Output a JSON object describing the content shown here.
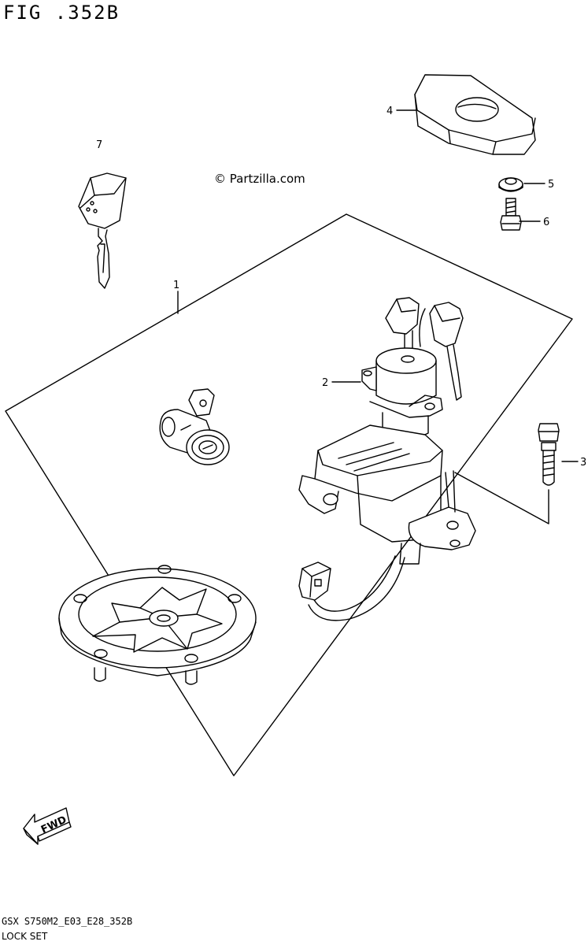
{
  "figure": {
    "title": "FIG .352B",
    "watermark": "© Partzilla.com",
    "code": "GSX S750M2_E03_E28_352B",
    "name": "LOCK SET",
    "fwd_label": "FWD"
  },
  "callouts": [
    {
      "number": "1",
      "part": "lock-set"
    },
    {
      "number": "2",
      "part": "ignition-switch"
    },
    {
      "number": "3",
      "part": "ignition-bolt"
    },
    {
      "number": "4",
      "part": "cover"
    },
    {
      "number": "5",
      "part": "washer"
    },
    {
      "number": "6",
      "part": "screw"
    },
    {
      "number": "7",
      "part": "key"
    }
  ],
  "colors": {
    "line": "#000000",
    "background": "#ffffff"
  }
}
